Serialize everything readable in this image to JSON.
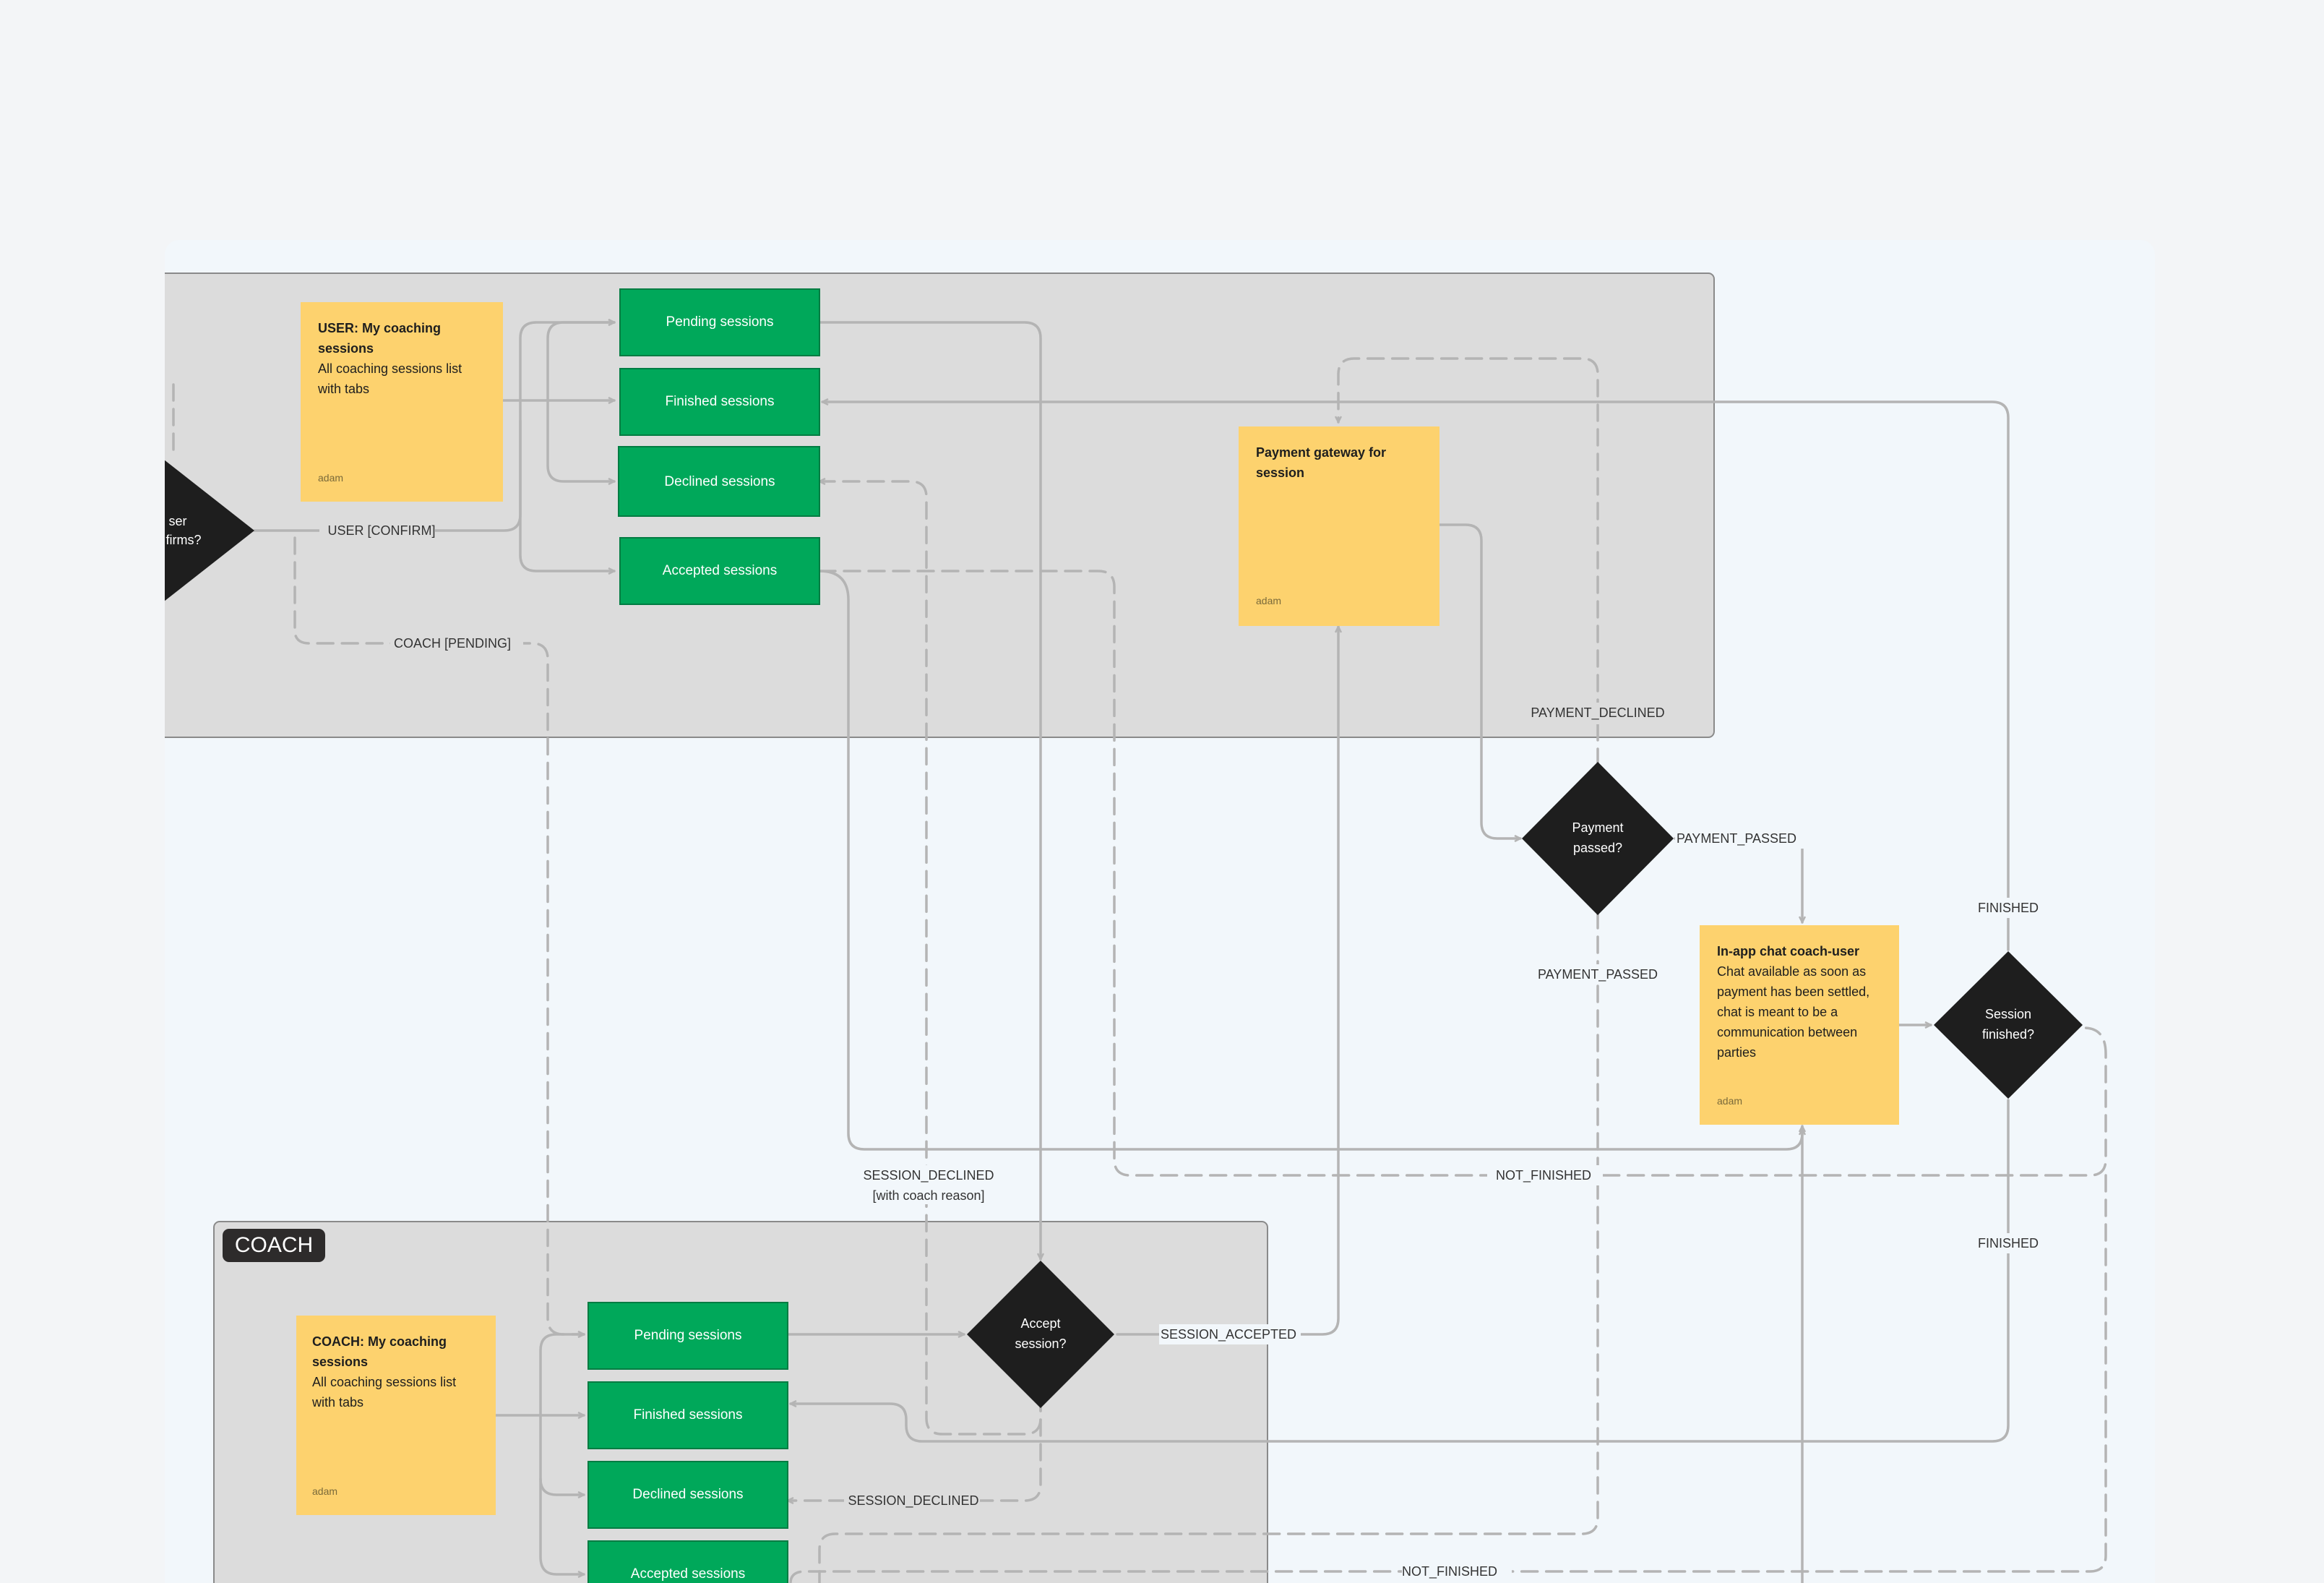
{
  "sections": {
    "coach": {
      "title": "COACH"
    }
  },
  "user_section": {
    "sticky_note": {
      "title_lines": [
        "USER: My coaching",
        "sessions"
      ],
      "body_lines": [
        "All coaching sessions list",
        "with tabs"
      ],
      "author": "adam"
    },
    "decision_partial_lines": [
      "ser",
      "firms?"
    ],
    "tabs": {
      "pending": "Pending sessions",
      "finished": "Finished sessions",
      "declined": "Declined sessions",
      "accepted": "Accepted sessions"
    },
    "payment_sticky": {
      "title_lines": [
        "Payment gateway for",
        "session"
      ],
      "author": "adam"
    }
  },
  "coach_section": {
    "sticky_note": {
      "title_lines": [
        "COACH: My coaching",
        "sessions"
      ],
      "body_lines": [
        "All coaching sessions list",
        "with tabs"
      ],
      "author": "adam"
    },
    "tabs": {
      "pending": "Pending sessions",
      "finished": "Finished sessions",
      "declined": "Declined sessions",
      "accepted": "Accepted sessions"
    }
  },
  "decisions": {
    "payment": [
      "Payment",
      "passed?"
    ],
    "session_finished": [
      "Session",
      "finished?"
    ],
    "accept_session": [
      "Accept",
      "session?"
    ]
  },
  "chat_sticky": {
    "title": "In-app chat coach-user",
    "body_lines": [
      "Chat available as soon as",
      "payment has been settled,",
      "chat is meant to be a",
      "communication between",
      "parties"
    ],
    "author": "adam"
  },
  "edge_labels": {
    "user_confirm": "USER [CONFIRM]",
    "coach_pending": "COACH [PENDING]",
    "payment_declined": "PAYMENT_DECLINED",
    "payment_passed_right": "PAYMENT_PASSED",
    "payment_passed_down": "PAYMENT_PASSED",
    "finished_up": "FINISHED",
    "finished_down": "FINISHED",
    "session_declined_lines": [
      "SESSION_DECLINED",
      "[with coach reason]"
    ],
    "not_finished_mid": "NOT_FINISHED",
    "session_accepted": "SESSION_ACCEPTED",
    "session_declined_coach": "SESSION_DECLINED",
    "not_finished_bottom": "NOT_FINISHED"
  },
  "colors": {
    "canvas": "#f2f7fb",
    "section": "#dcdcdc",
    "tab_green": "#00a85a",
    "sticky_yellow": "#fdd26e",
    "decision": "#1e1e1e",
    "connector": "#b4b4b4"
  }
}
